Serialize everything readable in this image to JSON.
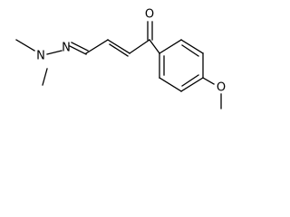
{
  "structure": {
    "atoms": {
      "n_amine": "N",
      "n_imine": "N",
      "o_carbonyl": "O",
      "o_ether": "O"
    }
  },
  "colors": {
    "bond": "#000000",
    "text": "#000000",
    "background": "#ffffff"
  }
}
